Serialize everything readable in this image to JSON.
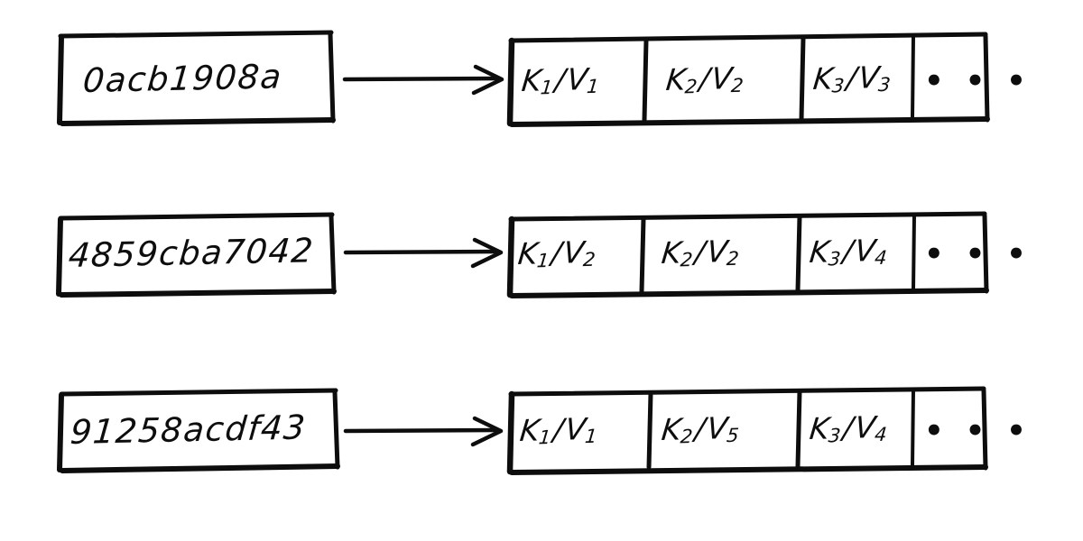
{
  "diagram": {
    "title": "hash-to-keyvalue-mapping",
    "background_color": "#ffffff",
    "ink_color": "#0d0d0d",
    "rows": [
      {
        "hash": "0acb1908a",
        "arrow": "arrow-right",
        "cells": [
          {
            "key": "K",
            "key_sub": "1",
            "value": "V",
            "value_sub": "1",
            "separator": "/"
          },
          {
            "key": "K",
            "key_sub": "2",
            "value": "V",
            "value_sub": "2",
            "separator": "/"
          },
          {
            "key": "K",
            "key_sub": "3",
            "value": "V",
            "value_sub": "3",
            "separator": "/"
          }
        ],
        "overflow": "• • •"
      },
      {
        "hash": "4859cba7042",
        "arrow": "arrow-right",
        "cells": [
          {
            "key": "K",
            "key_sub": "1",
            "value": "V",
            "value_sub": "2",
            "separator": "/"
          },
          {
            "key": "K",
            "key_sub": "2",
            "value": "V",
            "value_sub": "2",
            "separator": "/"
          },
          {
            "key": "K",
            "key_sub": "3",
            "value": "V",
            "value_sub": "4",
            "separator": "/"
          }
        ],
        "overflow": "• • •"
      },
      {
        "hash": "91258acdf43",
        "arrow": "arrow-right",
        "cells": [
          {
            "key": "K",
            "key_sub": "1",
            "value": "V",
            "value_sub": "1",
            "separator": "/"
          },
          {
            "key": "K",
            "key_sub": "2",
            "value": "V",
            "value_sub": "5",
            "separator": "/"
          },
          {
            "key": "K",
            "key_sub": "3",
            "value": "V",
            "value_sub": "4",
            "separator": "/"
          }
        ],
        "overflow": "• • •"
      }
    ]
  }
}
